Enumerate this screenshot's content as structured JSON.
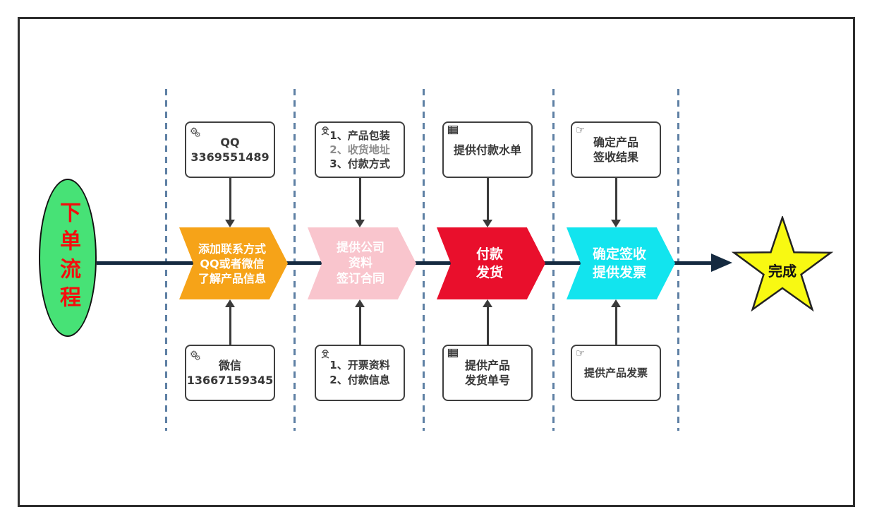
{
  "diagram": {
    "start_label": "下单流程",
    "finish_label": "完成"
  },
  "colors": {
    "start_fill": "#47e276",
    "start_text": "#f50d0d",
    "main_line": "#152a40",
    "lane_divider": "#5e80a4",
    "finish_fill": "#f8f912"
  },
  "icons": {
    "gears_glyph": "⚙",
    "hand_glyph": "☞"
  },
  "stages": [
    {
      "chevron": {
        "color": "#f6a318",
        "lines": [
          "添加联系方式",
          "QQ或者微信",
          "了解产品信息"
        ]
      },
      "top_box": {
        "icon": "gears-icon",
        "lines": [
          "QQ",
          "3369551489"
        ]
      },
      "bottom_box": {
        "icon": "gears-icon",
        "lines": [
          "微信",
          "13667159345"
        ]
      }
    },
    {
      "chevron": {
        "color": "#f9c5cd",
        "lines": [
          "提供公司",
          "资料",
          "签订合同"
        ]
      },
      "top_box": {
        "icon": "worker-icon",
        "lines": [
          "1、产品包装",
          "2、收货地址",
          "3、付款方式"
        ]
      },
      "bottom_box": {
        "icon": "worker-icon",
        "lines": [
          "1、开票资料",
          "2、付款信息"
        ]
      }
    },
    {
      "chevron": {
        "color": "#e90f2c",
        "lines": [
          "付款",
          "发货"
        ]
      },
      "top_box": {
        "icon": "table-icon",
        "lines": [
          "提供付款水单"
        ]
      },
      "bottom_box": {
        "icon": "table-icon",
        "lines": [
          "提供产品",
          "发货单号"
        ]
      }
    },
    {
      "chevron": {
        "color": "#12e4ee",
        "lines": [
          "确定签收",
          "提供发票"
        ]
      },
      "top_box": {
        "icon": "hand-icon",
        "lines": [
          "确定产品",
          "签收结果"
        ]
      },
      "bottom_box": {
        "icon": "hand-icon",
        "lines": [
          "提供产品发票"
        ]
      }
    }
  ]
}
